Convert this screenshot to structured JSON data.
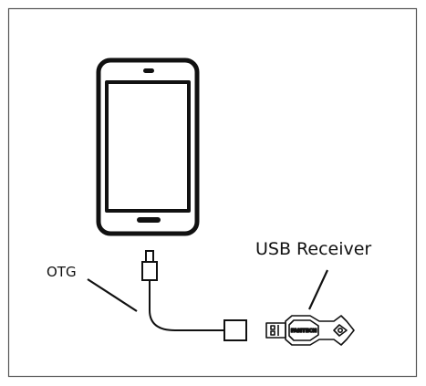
{
  "colors": {
    "stroke": "#111111",
    "background": "#ffffff",
    "frame": "#555555"
  },
  "labels": {
    "otg": "OTG",
    "usb_receiver": "USB Receiver",
    "dongle_brand": "FANTECH"
  },
  "icons": {
    "phone": "smartphone-icon",
    "connector": "usb-c-connector-icon",
    "adapter": "usb-a-adapter-icon",
    "receiver": "usb-receiver-dongle-icon"
  }
}
